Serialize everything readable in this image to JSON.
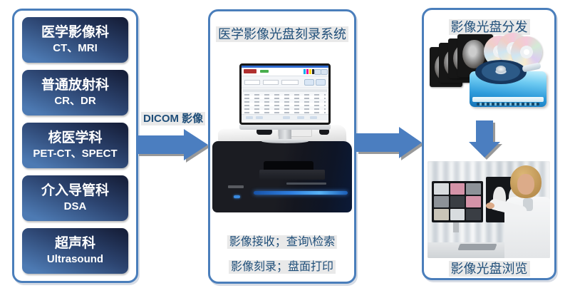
{
  "diagram": {
    "background": "#ffffff",
    "colors": {
      "panel_border_blue": "#4a7ebb",
      "arrow_blue": "#4b7ec0",
      "arrow_shadow_gray": "#878787",
      "dept_box_gradient_light": "#4d7ab3",
      "dept_box_gradient_dark": "#161f3a",
      "label_text_blue": "#1f4e79",
      "label_highlight_gray": "#e9e9e9"
    }
  },
  "left_panel": {
    "departments": [
      {
        "name": "医学影像科",
        "modalities": "CT、MRI"
      },
      {
        "name": "普通放射科",
        "modalities": "CR、DR"
      },
      {
        "name": "核医学科",
        "modalities": "PET-CT、SPECT"
      },
      {
        "name": "介入导管科",
        "modalities": "DSA"
      },
      {
        "name": "超声科",
        "modalities": "Ultrasound"
      }
    ]
  },
  "flow": {
    "dicom_label": "DICOM 影像"
  },
  "middle_panel": {
    "title": "医学影像光盘刻录系统",
    "function_line1": "影像接收；查询\\检索",
    "function_line2": "影像刻录；盘面打印"
  },
  "right_panel": {
    "title": "影像光盘分发",
    "bottom_label": "影像光盘浏览"
  }
}
